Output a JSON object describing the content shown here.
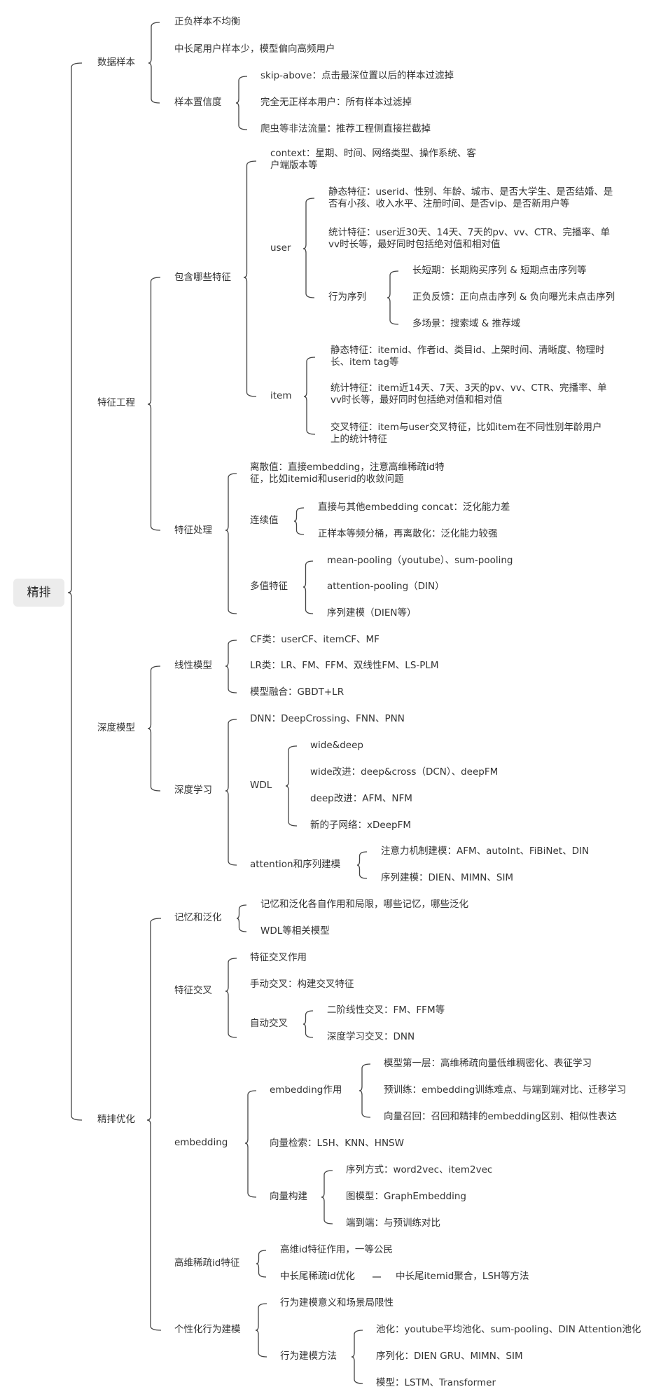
{
  "root": "精排",
  "n": {
    "data": "数据样本",
    "data_1": "正负样本不均衡",
    "data_2": "中长尾用户样本少，模型偏向高频用户",
    "data_3": "样本置信度",
    "data_3_1": "skip-above：点击最深位置以后的样本过滤掉",
    "data_3_2": "完全无正样本用户：所有样本过滤掉",
    "data_3_3": "爬虫等非法流量：推荐工程侧直接拦截掉",
    "fe": "特征工程",
    "fe_inc": "包含哪些特征",
    "fe_ctx": "context：星期、时间、网络类型、操作系统、客户端版本等",
    "fe_user": "user",
    "fe_user_static": "静态特征：userid、性别、年龄、城市、是否大学生、是否结婚、是否有小孩、收入水平、注册时间、是否vip、是否新用户等",
    "fe_user_stat": "统计特征：user近30天、14天、7天的pv、vv、CTR、完播率、单vv时长等，最好同时包括绝对值和相对值",
    "fe_user_seq": "行为序列",
    "fe_seq_1": "长短期：长期购买序列 & 短期点击序列等",
    "fe_seq_2": "正负反馈：正向点击序列 & 负向曝光未点击序列",
    "fe_seq_3": "多场景：搜索域 & 推荐域",
    "fe_item": "item",
    "fe_item_static": "静态特征：itemid、作者id、类目id、上架时间、清晰度、物理时长、item tag等",
    "fe_item_stat": "统计特征：item近14天、7天、3天的pv、vv、CTR、完播率、单vv时长等，最好同时包括绝对值和相对值",
    "fe_item_cross": "交叉特征：item与user交叉特征，比如item在不同性别年龄用户上的统计特征",
    "fp": "特征处理",
    "fp_disc": "离散值：直接embedding，注意高维稀疏id特征，比如itemid和userid的收敛问题",
    "fp_cont": "连续值",
    "fp_cont_1": "直接与其他embedding concat：泛化能力差",
    "fp_cont_2": "正样本等频分桶，再离散化：泛化能力较强",
    "fp_multi": "多值特征",
    "fp_multi_1": "mean-pooling（youtube）、sum-pooling",
    "fp_multi_2": "attention-pooling（DIN）",
    "fp_multi_3": "序列建模（DIEN等）",
    "dm": "深度模型",
    "lm": "线性模型",
    "lm_1": "CF类：userCF、itemCF、MF",
    "lm_2": "LR类：LR、FM、FFM、双线性FM、LS-PLM",
    "lm_3": "模型融合：GBDT+LR",
    "dl": "深度学习",
    "dl_dnn": "DNN：DeepCrossing、FNN、PNN",
    "dl_wdl": "WDL",
    "dl_wdl_1": "wide&deep",
    "dl_wdl_2": "wide改进：deep&cross（DCN）、deepFM",
    "dl_wdl_3": "deep改进：AFM、NFM",
    "dl_wdl_4": "新的子网络：xDeepFM",
    "dl_att": "attention和序列建模",
    "dl_att_1": "注意力机制建模：AFM、autoInt、FiBiNet、DIN",
    "dl_att_2": "序列建模：DIEN、MIMN、SIM",
    "op": "精排优化",
    "mg": "记忆和泛化",
    "mg_1": "记忆和泛化各自作用和局限，哪些记忆，哪些泛化",
    "mg_2": "WDL等相关模型",
    "fx": "特征交叉",
    "fx_1": "特征交叉作用",
    "fx_2": "手动交叉：构建交叉特征",
    "fx_3": "自动交叉",
    "fx_3_1": "二阶线性交叉：FM、FFM等",
    "fx_3_2": "深度学习交叉：DNN",
    "em": "embedding",
    "em_use": "embedding作用",
    "em_use_1": "模型第一层：高维稀疏向量低维稠密化、表征学习",
    "em_use_2": "预训练：embedding训练难点、与端到端对比、迁移学习",
    "em_use_3": "向量召回：召回和精排的embedding区别、相似性表达",
    "em_search": "向量检索：LSH、KNN、HNSW",
    "em_build": "向量构建",
    "em_build_1": "序列方式：word2vec、item2vec",
    "em_build_2": "图模型：GraphEmbedding",
    "em_build_3": "端到端：与预训练对比",
    "hid": "高维稀疏id特征",
    "hid_1": "高维id特征作用，一等公民",
    "hid_2": "中长尾稀疏id优化",
    "hid_2_1": "中长尾itemid聚合，LSH等方法",
    "pb": "个性化行为建模",
    "pb_1": "行为建模意义和场景局限性",
    "pb_2": "行为建模方法",
    "pb_2_1": "池化：youtube平均池化、sum-pooling、DIN Attention池化",
    "pb_2_2": "序列化：DIEN GRU、MIMN、SIM",
    "pb_2_3": "模型：LSTM、Transformer"
  }
}
